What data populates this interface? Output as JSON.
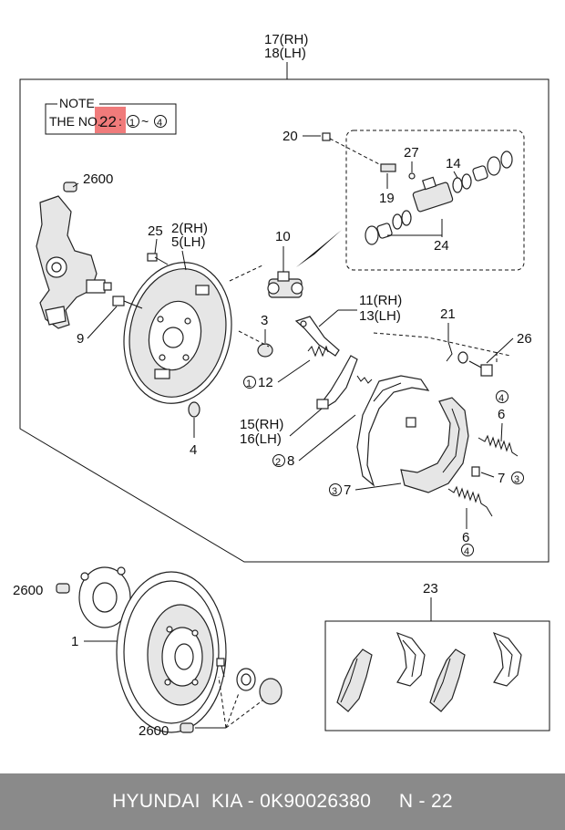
{
  "header": {
    "label_a": "17(RH)",
    "label_b": "18(LH)"
  },
  "note": {
    "title": "NOTE",
    "prefix": "THE NO.",
    "number": "22",
    "colon": ":",
    "range_start": "1",
    "tilde": "~",
    "range_end": "4"
  },
  "callouts": {
    "c2600_knuckle": "2600",
    "c20": "20",
    "c27": "27",
    "c14": "14",
    "c19": "19",
    "c24": "24",
    "c25": "25",
    "c2rh": "2(RH)",
    "c5lh": "5(LH)",
    "c10": "10",
    "c11rh": "11(RH)",
    "c13lh": "13(LH)",
    "c3": "3",
    "c21": "21",
    "c26": "26",
    "c9": "9",
    "c12_circle": "1",
    "c12": "12",
    "c15rh": "15(RH)",
    "c16lh": "16(LH)",
    "c4": "4",
    "c8_circle": "2",
    "c8": "8",
    "c6a_circle": "4",
    "c6a": "6",
    "c7": "7",
    "c7_circle": "3",
    "c37_circle": "3",
    "c37": "7",
    "c6b": "6",
    "c6b_circle": "4",
    "c2600_hub": "2600",
    "c1": "1",
    "c23": "23",
    "c2600_bottom": "2600"
  },
  "footer": {
    "text": "HYUNDAI  KIA - 0K90026380     N - 22"
  },
  "colors": {
    "highlight": "#f07b7b",
    "footer_bg": "#8a8a8a",
    "line": "#111111"
  }
}
